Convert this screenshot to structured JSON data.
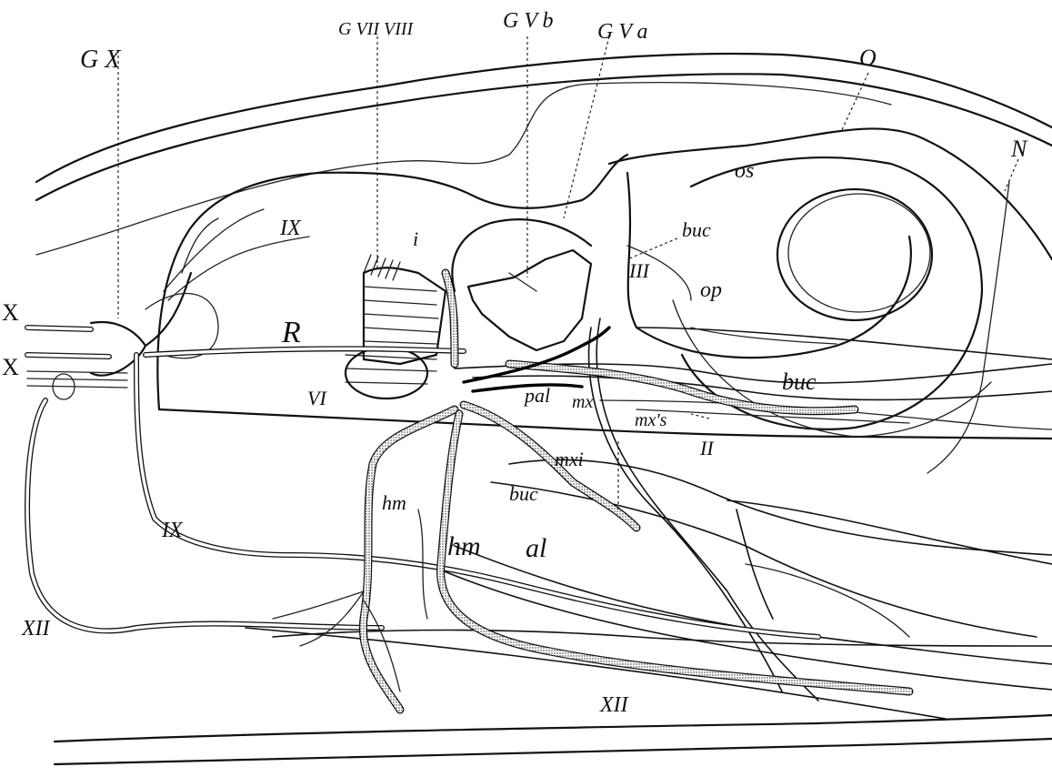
{
  "figure": {
    "labels": {
      "gx": "G X",
      "gvii_viii": "G VII VIII",
      "gvb": "G V b",
      "gva": "G V a",
      "o": "O",
      "os": "os",
      "n": "N",
      "ix_top": "IX",
      "i": "i",
      "buc_top": "buc",
      "iii": "III",
      "op": "op",
      "x_1": "X",
      "x_2": "X",
      "r": "R",
      "vi": "VI",
      "pal": "pal",
      "mx": "mx",
      "mxs": "mx's",
      "buc_mid": "buc",
      "ii": "II",
      "mxi": "mxi",
      "buc_low": "buc",
      "hm_1": "hm",
      "hm_2": "hm",
      "al": "al",
      "ix_low": "IX",
      "xii_left": "XII",
      "xii_bottom": "XII"
    }
  }
}
